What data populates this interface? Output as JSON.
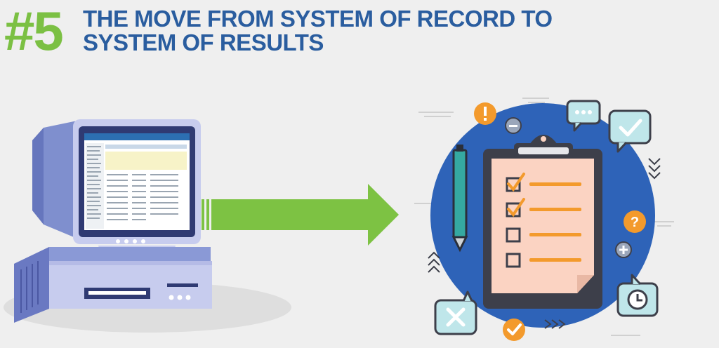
{
  "header": {
    "number": "#5",
    "title_line1": "THE MOVE FROM SYSTEM OF RECORD TO",
    "title_line2": "SYSTEM OF RESULTS"
  },
  "colors": {
    "background": "#efefef",
    "number_green": "#7bc043",
    "title_blue": "#2a5d9f",
    "arrow_green": "#7dc243",
    "circle_blue": "#2e63b8",
    "clipboard_bg": "#fbd3c2",
    "orange": "#f39a2c",
    "teal": "#35a9a1"
  },
  "icons": [
    "computer-icon",
    "arrow-right-icon",
    "clipboard-checklist-icon",
    "pen-icon",
    "exclamation-icon",
    "minus-icon",
    "chat-bubble-icon",
    "check-bubble-icon",
    "question-icon",
    "plus-icon",
    "clock-icon",
    "close-bubble-icon",
    "check-circle-icon"
  ]
}
